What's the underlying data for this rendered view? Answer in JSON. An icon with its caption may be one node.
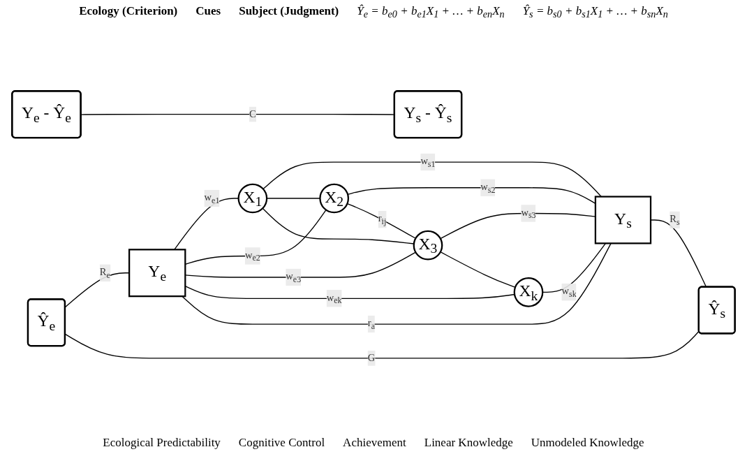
{
  "diagram": {
    "nodes": [
      {
        "text": [
          "Y$_{e}$ - Ŷ$_{e}$"
        ]
      },
      {
        "text": [
          "Ŷ$_{e}$"
        ]
      },
      {
        "text": [
          "Y$_{e}$"
        ]
      },
      {
        "text": [
          "X$_{1}$"
        ]
      },
      {
        "text": [
          "X$_{2}$"
        ]
      },
      {
        "text": [
          "X$_{3}$"
        ]
      },
      {
        "text": [
          "X$_{k}$"
        ]
      },
      {
        "text": [
          "Y$_{s}$"
        ]
      },
      {
        "text": [
          "Ŷ$_{s}$"
        ]
      },
      {
        "text": [
          "Y$_{s}$ - Ŷ$_{s}$"
        ]
      }
    ],
    "edges": [
      {
        "from": 2,
        "to": 3,
        "arrow": "none",
        "label": "w$_{e1}$"
      },
      {
        "from": 2,
        "to": 4,
        "arrow": "none",
        "label": "w$_{e2}$"
      },
      {
        "from": 2,
        "to": 5,
        "arrow": "none",
        "label": "w$_{e3}$"
      },
      {
        "from": 2,
        "to": 6,
        "arrow": "none",
        "label": "w$_{ek}$"
      },
      {
        "from": 3,
        "to": 7,
        "arrow": "none",
        "label": "w$_{s1}$"
      },
      {
        "from": 4,
        "to": 7,
        "arrow": "none",
        "label": "w$_{s2}$"
      },
      {
        "from": 5,
        "to": 7,
        "arrow": "none",
        "label": "w$_{s3}$"
      },
      {
        "from": 6,
        "to": 7,
        "arrow": "none",
        "label": "w$_{sk}$"
      },
      {
        "from": 3,
        "to": 4,
        "arrow": "none"
      },
      {
        "from": 4,
        "to": 5,
        "arrow": "none",
        "label": "r$_{ij}$"
      },
      {
        "from": 5,
        "to": 6,
        "arrow": "none"
      },
      {
        "from": 3,
        "to": 5,
        "arrow": "none"
      },
      {
        "from": 1,
        "to": 2,
        "arrow": "none",
        "label": "R$_{e}$"
      },
      {
        "from": 7,
        "to": 8,
        "arrow": "none",
        "label": "R$_{s}$"
      },
      {
        "from": 2,
        "to": 7,
        "arrow": "none",
        "label": "r$_{a}$"
      },
      {
        "from": 1,
        "to": 8,
        "arrow": "none",
        "label": "G"
      },
      {
        "from": 0,
        "to": 9,
        "arrow": "none",
        "label": "C"
      }
    ],
    "labels": [
      "Ecology (Criterion)",
      "Cues",
      "Subject (Judgment)",
      "Ŷ$_{e}$ = b$_{e0}$ + b$_{e1}$X$_{1}$ + … + b$_{en}$X$_{n}$",
      "Ŷ$_{s}$ = b$_{s0}$ + b$_{s1}$X$_{1}$ + … + b$_{sn}$X$_{n}$",
      "Ecological Predictability",
      "Cognitive Control",
      "Achievement",
      "Linear Knowledge",
      "Unmodeled Knowledge"
    ]
  }
}
